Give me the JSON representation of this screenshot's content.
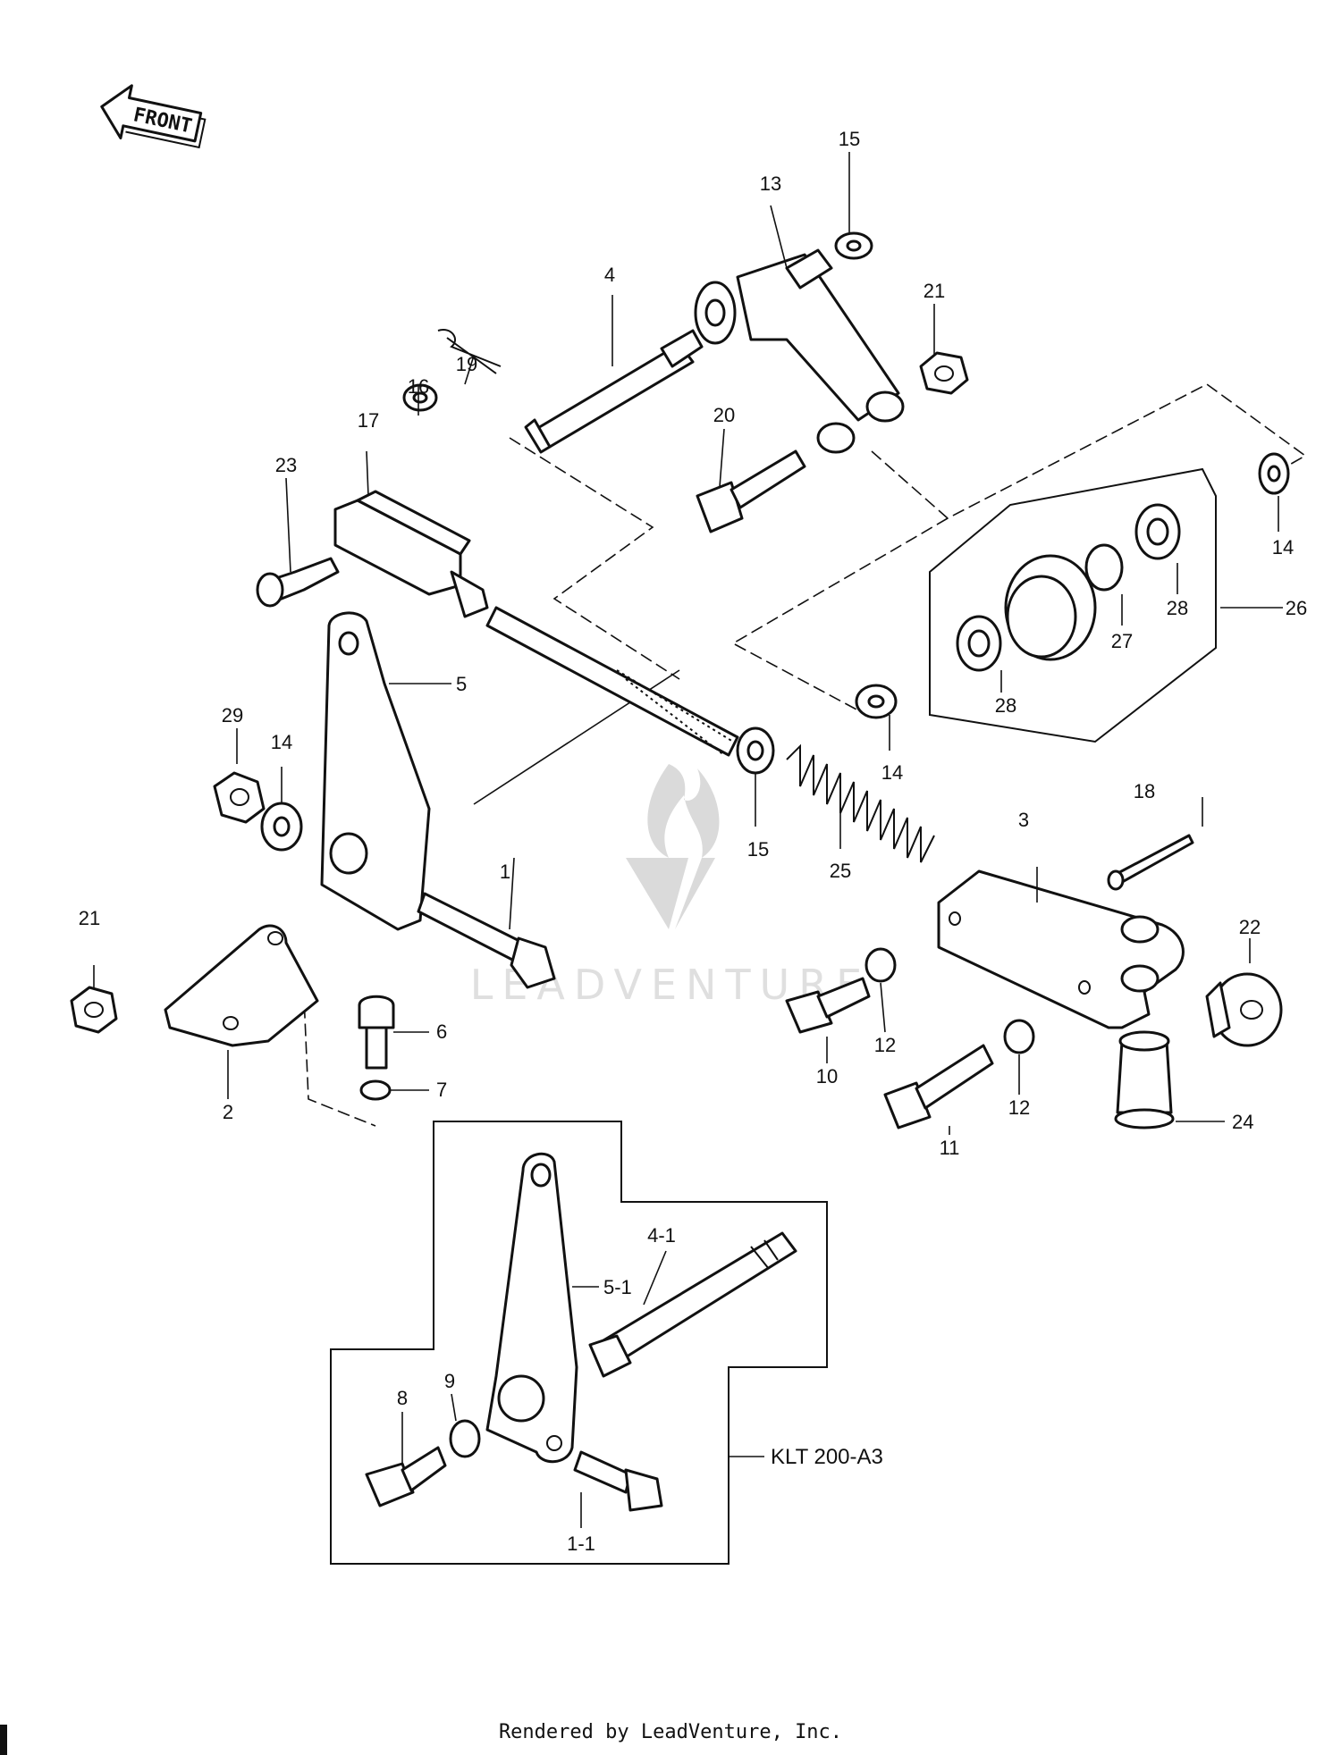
{
  "front_arrow": {
    "label": "FRONT"
  },
  "watermark": {
    "text": "LEADVENTURE"
  },
  "part_labels": {
    "p1": "1",
    "p1_1": "1-1",
    "p2": "2",
    "p3": "3",
    "p4": "4",
    "p4_1": "4-1",
    "p5": "5",
    "p5_1": "5-1",
    "p6": "6",
    "p7": "7",
    "p8": "8",
    "p9": "9",
    "p10": "10",
    "p11": "11",
    "p12a": "12",
    "p12b": "12",
    "p13": "13",
    "p14a": "14",
    "p14b": "14",
    "p14c": "14",
    "p15a": "15",
    "p15b": "15",
    "p16": "16",
    "p17": "17",
    "p18": "18",
    "p19": "19",
    "p20": "20",
    "p21a": "21",
    "p21b": "21",
    "p22": "22",
    "p23": "23",
    "p24": "24",
    "p25": "25",
    "p26": "26",
    "p27": "27",
    "p28a": "28",
    "p28b": "28",
    "p29": "29"
  },
  "variant_callout": "KLT 200-A3",
  "footer": "Rendered by LeadVenture, Inc."
}
